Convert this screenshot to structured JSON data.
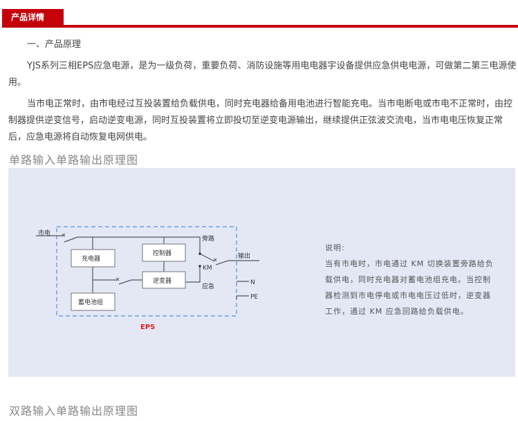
{
  "tab": {
    "label": "产品详情"
  },
  "content": {
    "section_title": "一、产品原理",
    "para1": "YJS系列三相EPS应急电源，是为一级负荷，重要负荷、消防设施等用电电器宇设备提供应急供电电源，可做第二第三电源使用。",
    "para2": "当市电正常时，由市电经过互投装置给负载供电，同时充电器给备用电池进行智能充电。当市电断电或市电不正常时，由控制器提供逆变信号，启动逆变电源，同时互投装置将立即投切至逆变电源输出，继续提供正弦波交流电，当市电电压恢复正常后，应急电源将自动恢复电网供电。"
  },
  "diagram1": {
    "title": "单路输入单路输出原理图",
    "labels": {
      "mains": "市电",
      "charger": "充电器",
      "battery": "蓄电池组",
      "controller": "控制器",
      "inverter": "逆变器",
      "bypass": "旁路",
      "km": "KM",
      "emergency": "应急",
      "output": "输出",
      "n": "N",
      "pe": "PE",
      "eps": "EPS"
    },
    "note_title": "说明:",
    "note_lines": [
      "当有市电时，市电通过 KM 切换装置旁路给负",
      "载供电，同时充电器对蓄电池组充电。当控制",
      "器检测到市电停电或市电电压过低时，逆变器",
      "工作，通过 KM 应急回路给负载供电。"
    ]
  },
  "diagram2": {
    "title": "双路输入单路输出原理图"
  },
  "colors": {
    "accent": "#c4000a",
    "panel": "#e4e8f5",
    "eps": "#e02020",
    "dash": "#5b8fd0"
  }
}
